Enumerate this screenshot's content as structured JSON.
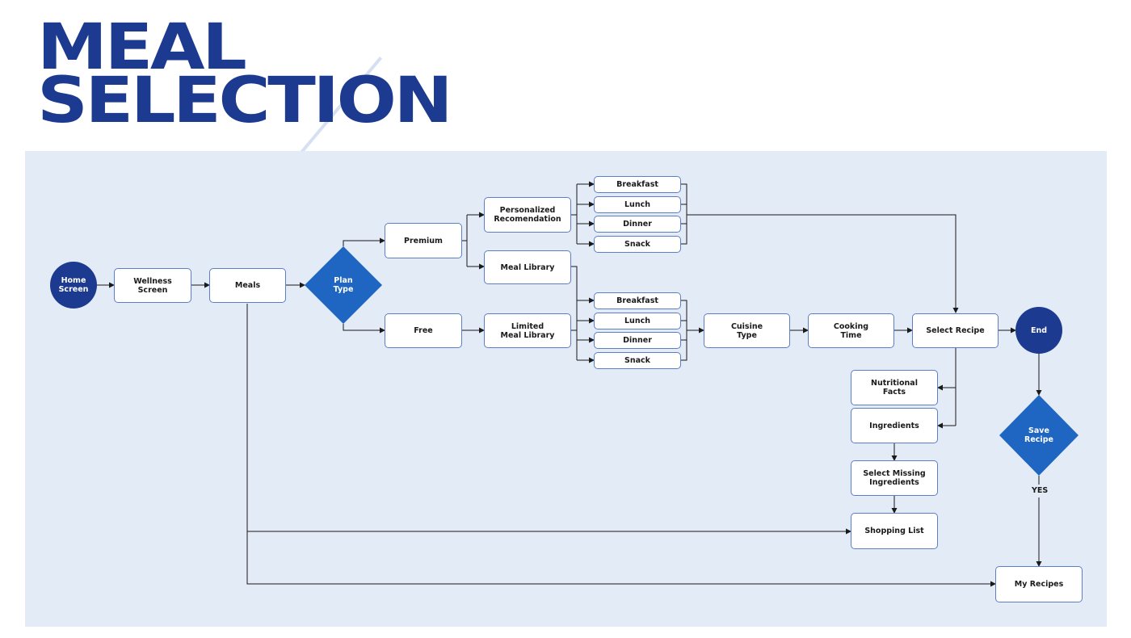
{
  "title": {
    "line1": "MEAL",
    "line2": "SELECTION"
  },
  "nodes": {
    "home": "Home\nScreen",
    "wellness": "Wellness\nScreen",
    "meals": "Meals",
    "plan_type": "Plan\nType",
    "premium": "Premium",
    "free": "Free",
    "personalized": "Personalized\nRecomendation",
    "meal_library": "Meal Library",
    "limited_library": "Limited\nMeal Library",
    "p_breakfast": "Breakfast",
    "p_lunch": "Lunch",
    "p_dinner": "Dinner",
    "p_snack": "Snack",
    "l_breakfast": "Breakfast",
    "l_lunch": "Lunch",
    "l_dinner": "Dinner",
    "l_snack": "Snack",
    "cuisine_type": "Cuisine\nType",
    "cooking_time": "Cooking\nTime",
    "select_recipe": "Select Recipe",
    "end": "End",
    "nutritional_facts": "Nutritional\nFacts",
    "ingredients": "Ingredients",
    "select_missing": "Select Missing\nIngredients",
    "shopping_list": "Shopping List",
    "save_recipe": "Save\nRecipe",
    "my_recipes": "My Recipes"
  },
  "edge_labels": {
    "yes": "YES"
  },
  "colors": {
    "title": "#1c3a8f",
    "panel": "#e3ebf7",
    "circle": "#1c3a8f",
    "diamond": "#1f66c2",
    "node_border": "#5c7fc4",
    "line": "#1a1a1a"
  }
}
